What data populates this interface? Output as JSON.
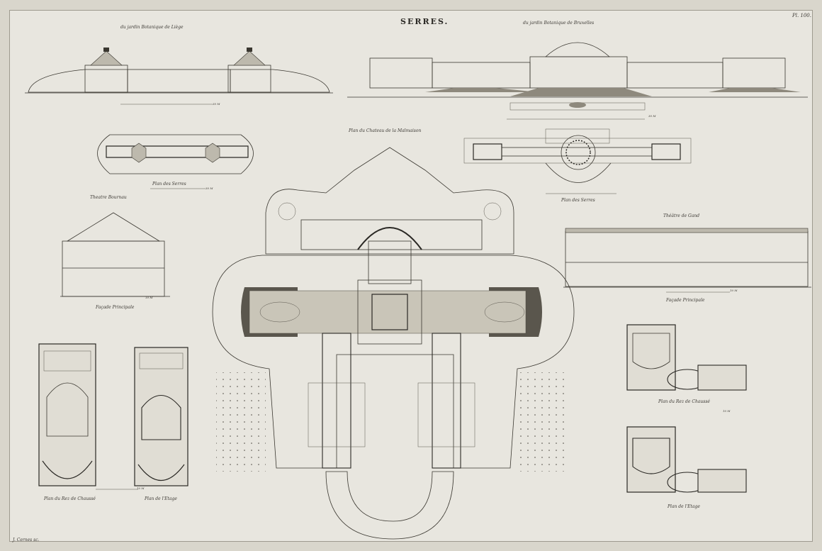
{
  "plate": {
    "title": "SERRES.",
    "plate_number": "Pl. 100.",
    "engraver": "J. Cernes sc."
  },
  "captions": {
    "liege_header": "du jardin Botanique de Liège",
    "brussels_header": "du jardin Botanique de Bruxelles",
    "plan_serres_left": "Plan des Serres",
    "plan_serres_right": "Plan des Serres",
    "chateau_plan": "Plan du Chateau de la Malmaison",
    "theatre_left": "Theatre Bournau",
    "facade_left": "Façade Principale",
    "theatre_right": "Théâtre de Gand",
    "facade_right": "Façade Principale",
    "rez_left": "Plan du Rez de Chaussé",
    "etage_left": "Plan de l'Etage",
    "rez_right": "Plan du Rez de Chaussé",
    "etage_right": "Plan de l'Etage"
  },
  "scales": {
    "s1": "30 M",
    "s2": "30 M",
    "s3": "30 M",
    "s4": "10 M",
    "s5": "10 M",
    "s6": "10 M",
    "s7": "10 M"
  }
}
